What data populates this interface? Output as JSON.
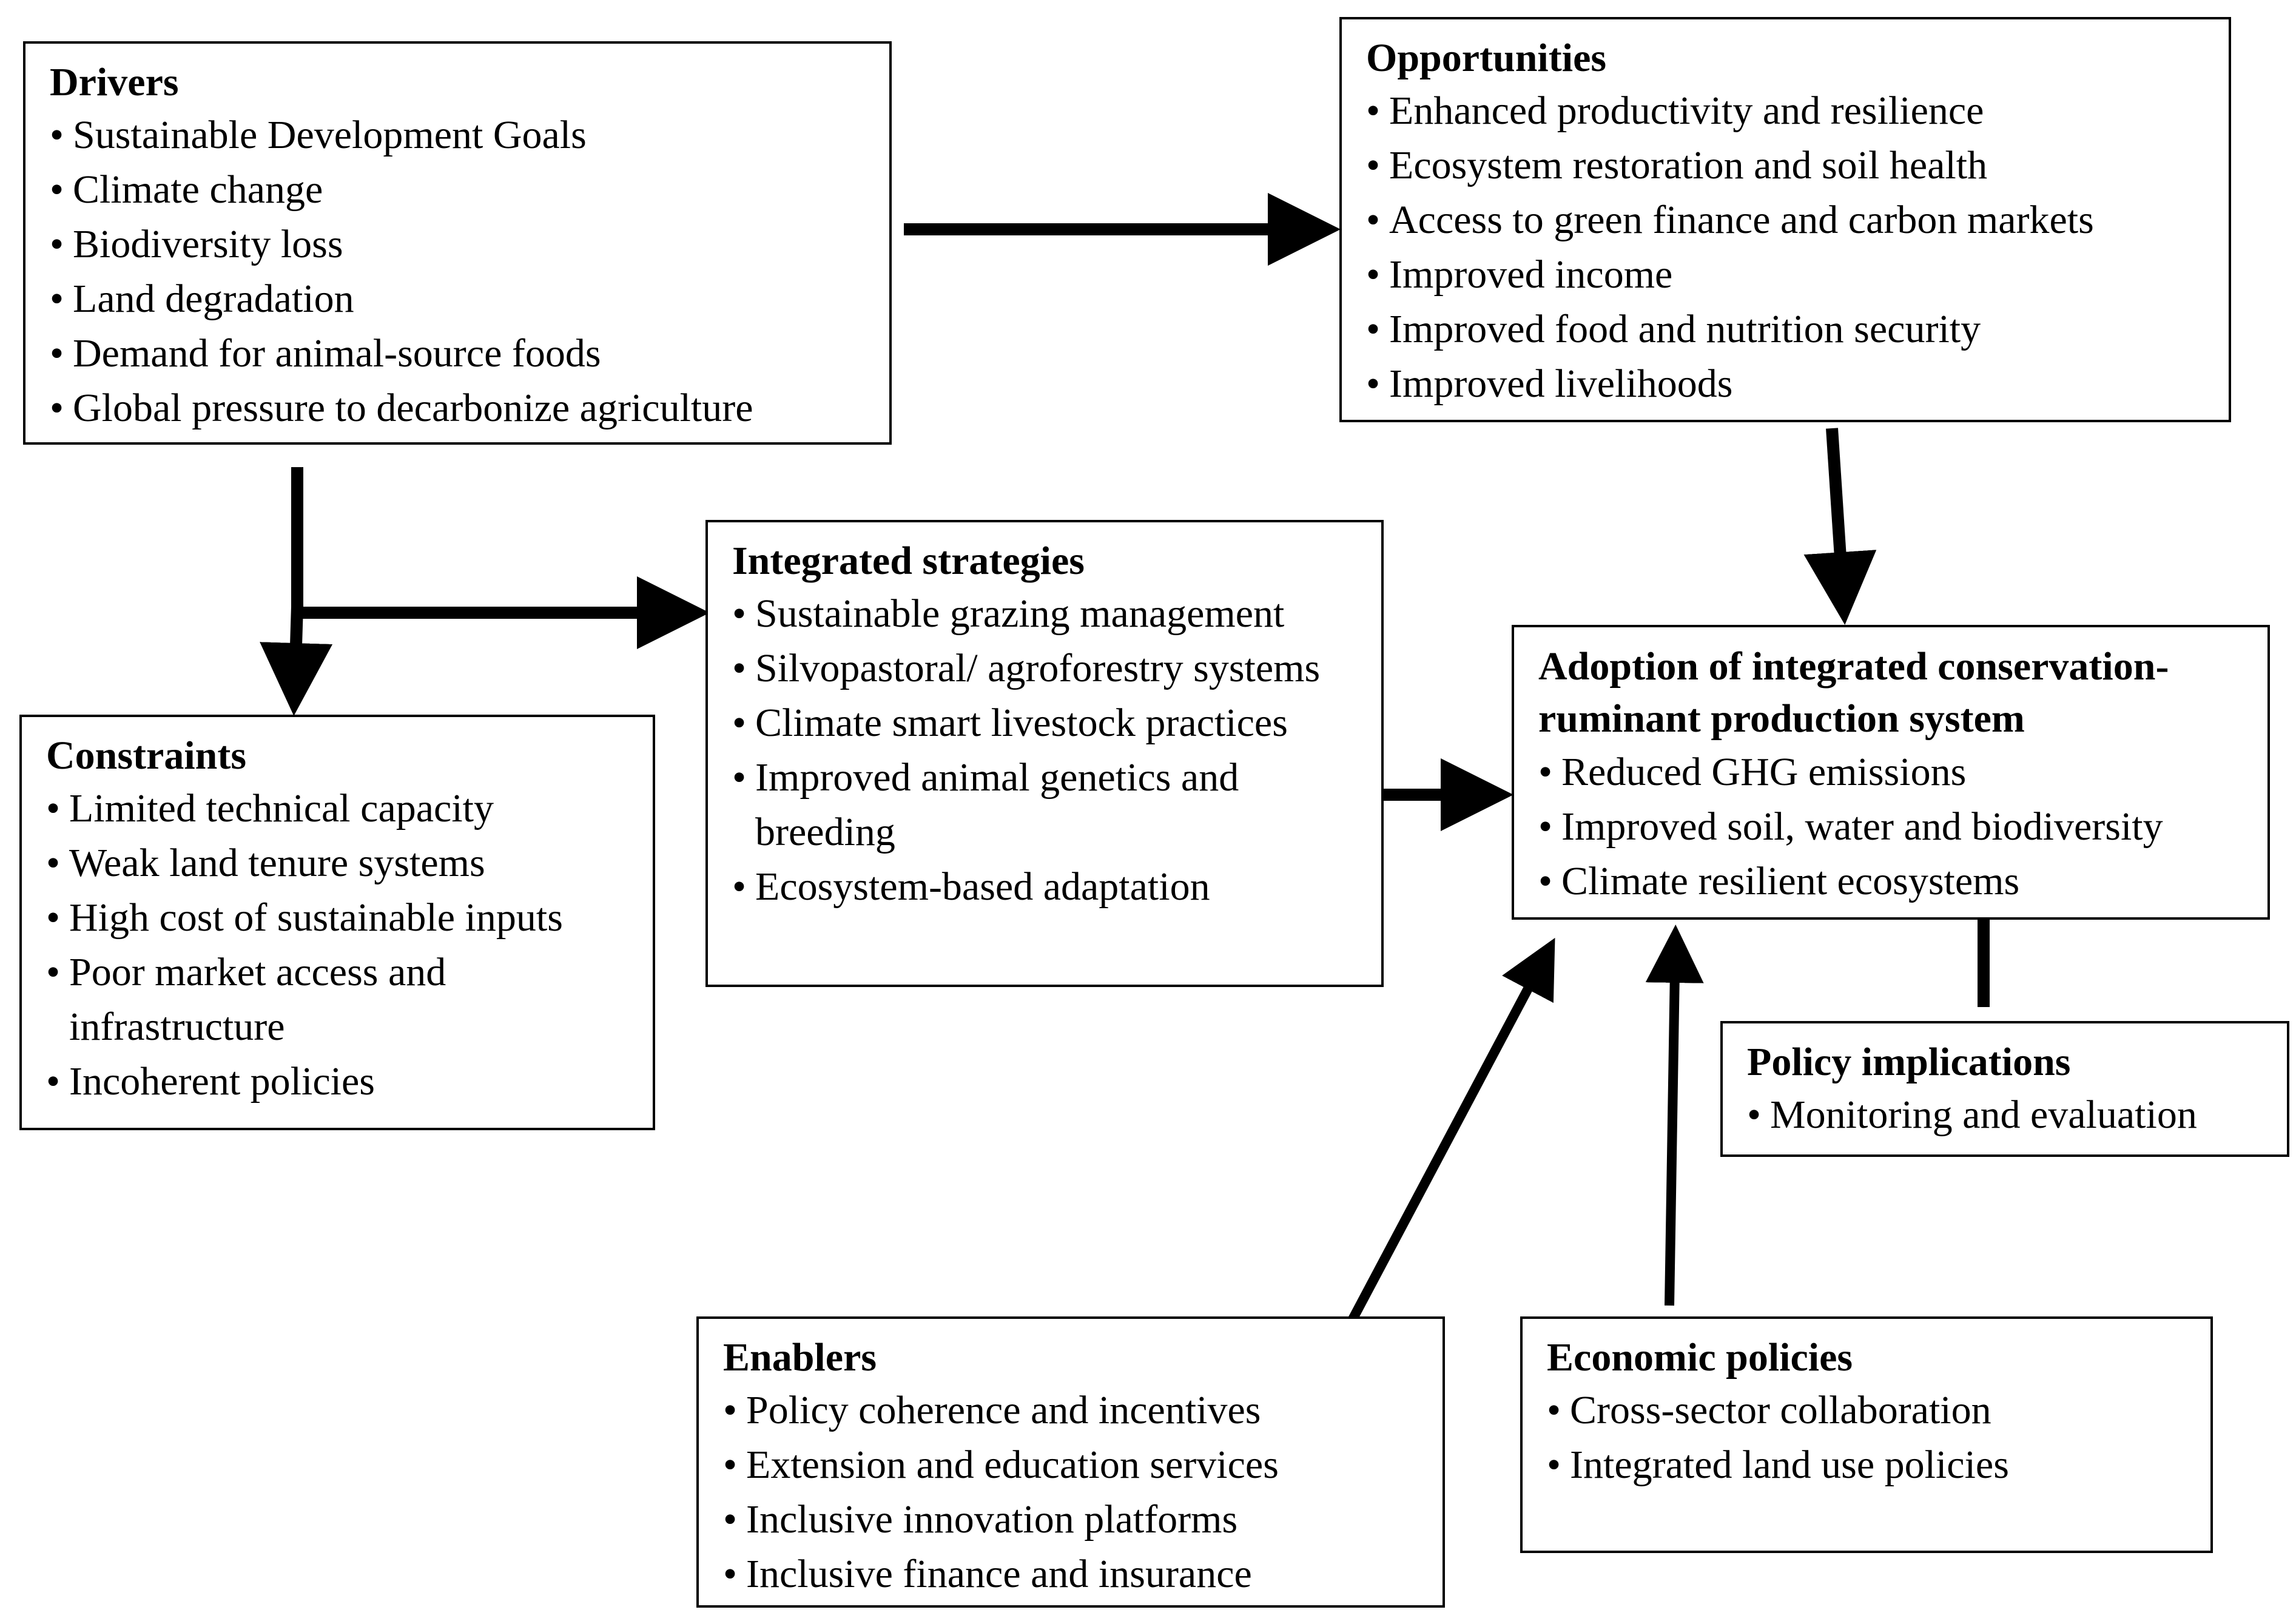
{
  "drivers": {
    "title": "Drivers",
    "items": [
      "Sustainable Development Goals",
      "Climate change",
      "Biodiversity loss",
      "Land degradation",
      "Demand for animal-source foods",
      "Global pressure to decarbonize agriculture"
    ]
  },
  "opportunities": {
    "title": "Opportunities",
    "items": [
      "Enhanced productivity and resilience",
      "Ecosystem restoration and soil health",
      "Access to green finance and carbon markets",
      "Improved income",
      "Improved food and nutrition security",
      "Improved livelihoods"
    ]
  },
  "strategies": {
    "title": "Integrated strategies",
    "items": [
      "Sustainable grazing management",
      "Silvopastoral/ agroforestry systems",
      "Climate smart livestock practices",
      "Improved animal genetics and breeding",
      "Ecosystem-based adaptation"
    ]
  },
  "constraints": {
    "title": "Constraints",
    "items": [
      "Limited technical capacity",
      "Weak land tenure systems",
      "High cost of sustainable inputs",
      "Poor market access and infrastructure",
      "Incoherent policies"
    ]
  },
  "adoption": {
    "title": "Adoption of integrated conservation-ruminant production system",
    "items": [
      "Reduced GHG emissions",
      "Improved soil, water and biodiversity",
      "Climate resilient ecosystems"
    ]
  },
  "policy": {
    "title": "Policy implications",
    "items": [
      "Monitoring and evaluation"
    ]
  },
  "enablers": {
    "title": "Enablers",
    "items": [
      "Policy coherence and incentives",
      "Extension and education services",
      "Inclusive innovation platforms",
      "Inclusive finance and insurance"
    ]
  },
  "econ": {
    "title": "Economic policies",
    "items": [
      "Cross-sector collaboration",
      "Integrated land use policies"
    ]
  }
}
